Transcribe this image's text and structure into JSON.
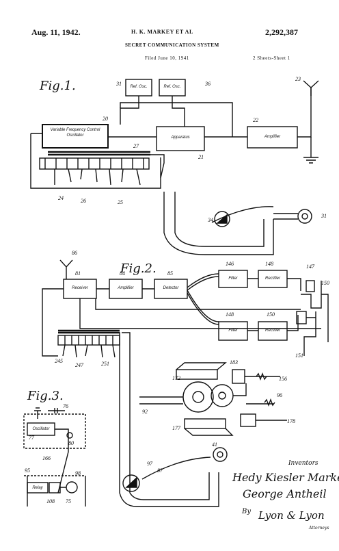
{
  "header": {
    "date": "Aug. 11, 1942.",
    "inventors": "H. K. MARKEY ET AL",
    "patent_number": "2,292,387",
    "title": "SECRET COMMUNICATION SYSTEM",
    "filed": "Filed June 10, 1941",
    "sheets": "2 Sheets-Sheet 1"
  },
  "figures": {
    "fig1": "Fig.1.",
    "fig2": "Fig.2.",
    "fig3": "Fig.3."
  },
  "fig1_boxes": {
    "ref_osc1": "Ref. Osc.",
    "ref_osc2": "Ref. Osc.",
    "freq_control": "Variable Frequency Control Oscillator",
    "apparatus": "Apparatus",
    "amplifier": "Amplifier"
  },
  "fig2_boxes": {
    "receiver": "Receiver",
    "amplifier": "Amplifier",
    "detector": "Detector",
    "filter_top": "Filter",
    "filter_bottom": "Filter",
    "rectifier_top": "Rectifier",
    "rectifier_bottom": "Rectifier"
  },
  "fig3_boxes": {
    "oscillator": "Oscillator",
    "relay": "Relay"
  },
  "signature": {
    "inventors_label": "Inventors",
    "name1": "Hedy Kiesler Markey",
    "name2": "George Antheil",
    "by": "By",
    "attorney": "Lyon & Lyon",
    "attorneys_label": "Attorneys"
  }
}
